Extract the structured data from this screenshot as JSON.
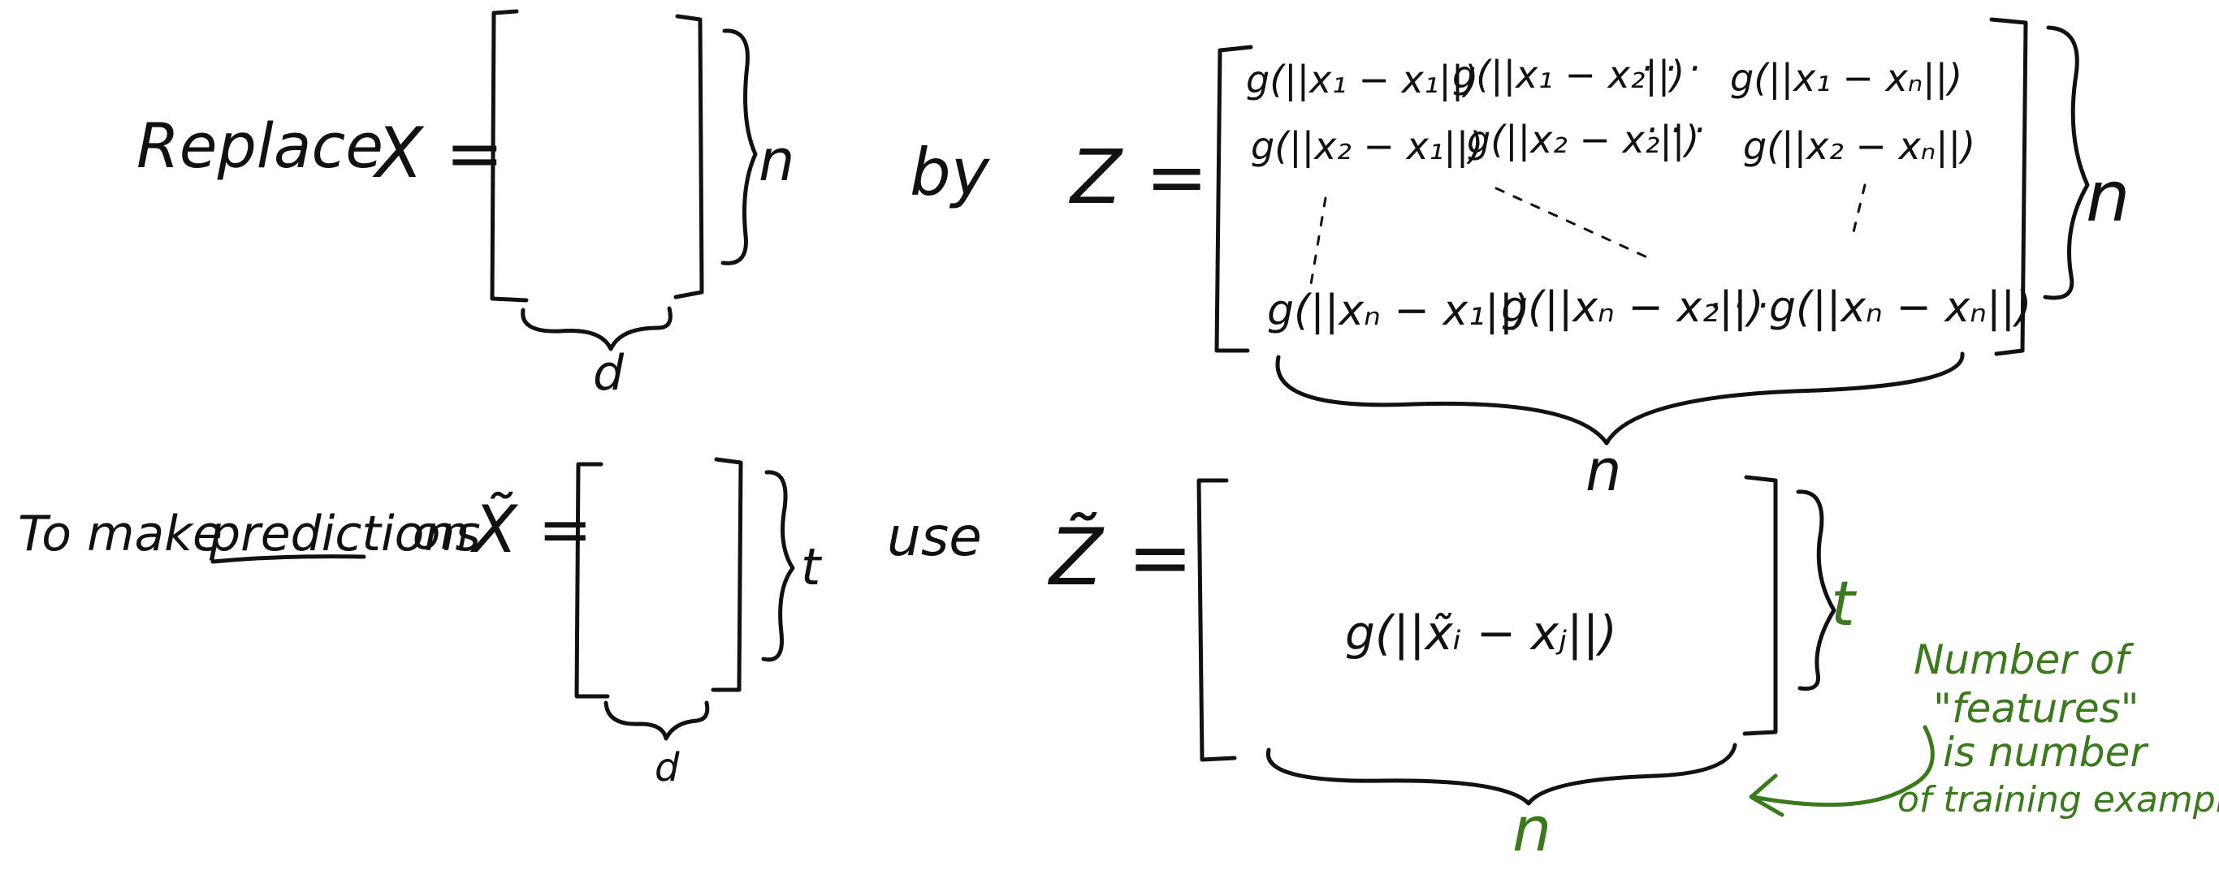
{
  "colors": {
    "ink": "#111111",
    "annotation": "#3a7a1c",
    "background": "#ffffff"
  },
  "top": {
    "replace_label": "Replace",
    "x_eq": "X =",
    "n_label": "n",
    "d_label": "d",
    "by_label": "by",
    "z_eq": "Z =",
    "z_rows": [
      [
        "g(||x₁ − x₁||)",
        "g(||x₁ − x₂||)",
        "· · ·",
        "g(||x₁ − xₙ||)"
      ],
      [
        "g(||x₂ − x₁||)",
        "g(||x₂ − x₂||)",
        "· · ·",
        "g(||x₂ − xₙ||)"
      ],
      [
        "g(||xₙ − x₁||)",
        "g(||xₙ − x₂||)",
        "· · ·",
        "g(||xₙ − xₙ||)"
      ]
    ],
    "z_n_right": "n",
    "z_n_bottom": "n"
  },
  "bottom": {
    "prefix": "To make ",
    "predictions": "predictions",
    "on_label": "on",
    "xt_eq": "X̃ =",
    "t_label": "t",
    "d_label": "d",
    "use_label": "use",
    "zt_eq": "Z̃ =",
    "zt_entry": "g(||x̃ᵢ − xⱼ||)",
    "t_right": "t",
    "n_bottom": "n"
  },
  "note": {
    "lines": [
      "Number of",
      "\"features\"",
      "is number",
      "of training examples"
    ]
  }
}
